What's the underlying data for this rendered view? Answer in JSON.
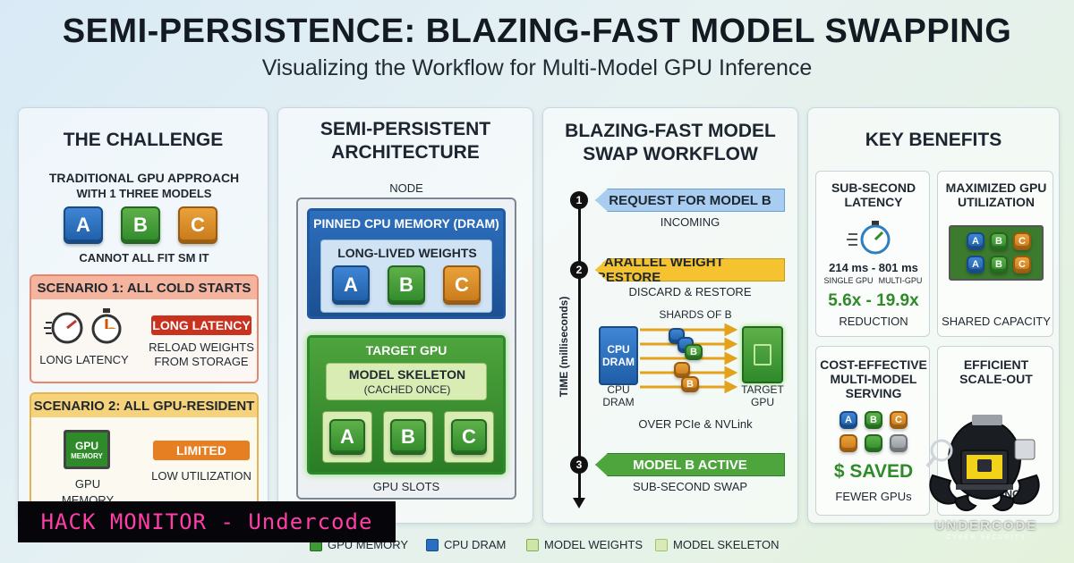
{
  "header": {
    "title": "SEMI-PERSISTENCE: BLAZING-FAST MODEL SWAPPING",
    "subtitle": "Visualizing the Workflow for Multi-Model GPU Inference"
  },
  "challenge": {
    "title": "THE CHALLENGE",
    "approach_line1": "TRADITIONAL GPU APPROACH",
    "approach_line2": "WITH 1 THREE MODELS",
    "models": [
      "A",
      "B",
      "C"
    ],
    "fit_note": "CANNOT ALL FIT SM IT",
    "scenario1": {
      "title": "SCENARIO 1: ALL COLD STARTS",
      "left_label": "LONG LATENCY",
      "badge": "LONG LATENCY",
      "note_line1": "RELOAD WEIGHTS",
      "note_line2": "FROM STORAGE"
    },
    "scenario2": {
      "title": "SCENARIO 2: ALL GPU-RESIDENT",
      "chip_line1": "GPU",
      "chip_line2": "MEMORY",
      "left_label": "GPU MEMORY",
      "badge": "LIMITED",
      "note": "LOW UTILIZATION"
    }
  },
  "architecture": {
    "title_line1": "SEMI-PERSISTENT",
    "title_line2": "ARCHITECTURE",
    "node_label": "NODE",
    "cpu_mem_label": "PINNED CPU MEMORY (DRAM)",
    "weights_label": "LONG-LIVED WEIGHTS",
    "weights": [
      "A",
      "B",
      "C"
    ],
    "gpu_label": "TARGET GPU",
    "skeleton_line1": "MODEL SKELETON",
    "skeleton_line2": "(CACHED ONCE)",
    "slots": [
      "A",
      "B",
      "C"
    ],
    "slots_label": "GPU SLOTS"
  },
  "workflow": {
    "title_line1": "BLAZING-FAST MODEL",
    "title_line2": "SWAP WORKFLOW",
    "axis_label": "TIME (milliseconds)",
    "steps": [
      {
        "num": "1",
        "label": "REQUEST FOR MODEL B",
        "note": "INCOMING"
      },
      {
        "num": "2",
        "label": "PARALLEL WEIGHT RESTORE",
        "note": "DISCARD & RESTORE"
      },
      {
        "num": "3",
        "label": "MODEL B ACTIVE",
        "note": "SUB-SECOND SWAP"
      }
    ],
    "shards_label": "SHARDS OF B",
    "shard_letter": "B",
    "cpu_chip_line1": "CPU",
    "cpu_chip_line2": "DRAM",
    "cpu_label_line1": "CPU",
    "cpu_label_line2": "DRAM",
    "gpu_label_line1": "TARGET",
    "gpu_label_line2": "GPU",
    "link_label": "OVER PCIe & NVLink"
  },
  "benefits": {
    "title": "KEY BENEFITS",
    "latency": {
      "title_line1": "SUB-SECOND",
      "title_line2": "LATENCY",
      "range": "214 ms - 801 ms",
      "single": "SINGLE GPU",
      "multi": "MULTI-GPU",
      "factor": "5.6x - 19.9x",
      "reduction": "REDUCTION"
    },
    "utilization": {
      "title_line1": "MAXIMIZED GPU",
      "title_line2": "UTILIZATION",
      "tiles": [
        "A",
        "B",
        "C",
        "A",
        "B",
        "C"
      ],
      "note": "SHARED CAPACITY"
    },
    "cost": {
      "title_line1": "COST-EFFECTIVE",
      "title_line2": "MULTI-MODEL",
      "title_line3": "SERVING",
      "tiles": [
        "A",
        "B",
        "C"
      ],
      "saved": "$ SAVED",
      "note": "FEWER GPUs"
    },
    "scale": {
      "title_line1": "EFFICIENT",
      "title_line2": "SCALE-OUT",
      "note": "SHAPING"
    }
  },
  "legend": [
    {
      "label": "GPU MEMORY",
      "color": "#3e9a35"
    },
    {
      "label": "CPU DRAM",
      "color": "#2a6fbf"
    },
    {
      "label": "MODEL WEIGHTS",
      "color": "#cfe6a8"
    },
    {
      "label": "MODEL SKELETON",
      "color": "#dbe9b8"
    }
  ],
  "banner": {
    "text": "HACK MONITOR - Undercode"
  },
  "watermark": {
    "line1": "UNDERCODE",
    "line2": "CYBER SECURITY"
  }
}
